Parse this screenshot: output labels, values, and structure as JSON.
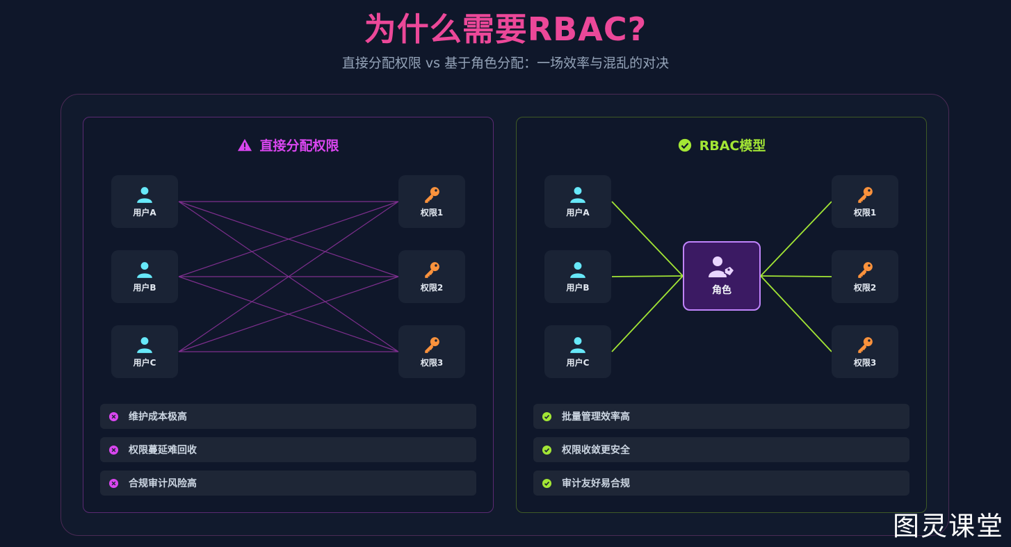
{
  "title": "为什么需要RBAC?",
  "subtitle": "直接分配权限 vs 基于角色分配：一场效率与混乱的对决",
  "left": {
    "heading": "直接分配权限",
    "icon": "warning-icon",
    "users": [
      "用户A",
      "用户B",
      "用户C"
    ],
    "permissions": [
      "权限1",
      "权限2",
      "权限3"
    ],
    "bullets": [
      "维护成本极高",
      "权限蔓延难回收",
      "合规审计风险高"
    ]
  },
  "right": {
    "heading": "RBAC模型",
    "icon": "check-circle-icon",
    "users": [
      "用户A",
      "用户B",
      "用户C"
    ],
    "role": "角色",
    "permissions": [
      "权限1",
      "权限2",
      "权限3"
    ],
    "bullets": [
      "批量管理效率高",
      "权限收敛更安全",
      "审计友好易合规"
    ]
  },
  "watermark": "图灵课堂",
  "colors": {
    "title": "#ec4899",
    "left_accent": "#d946ef",
    "right_accent": "#a3e635",
    "user_icon": "#5eead4",
    "key_icon": "#fb923c"
  }
}
